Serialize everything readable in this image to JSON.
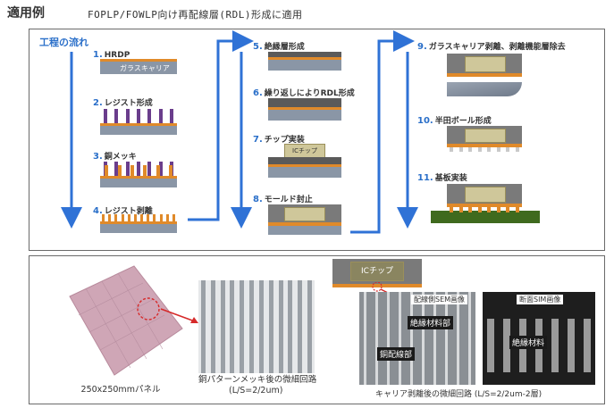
{
  "header": {
    "title": "適用例",
    "subtitle": "FOPLP/FOWLP向け再配線層(RDL)形成に適用"
  },
  "flow": {
    "title": "工程の流れ",
    "steps": [
      {
        "num": "1.",
        "label": "HRDP"
      },
      {
        "num": "2.",
        "label": "レジスト形成"
      },
      {
        "num": "3.",
        "label": "銅メッキ"
      },
      {
        "num": "4.",
        "label": "レジスト剥離"
      },
      {
        "num": "5.",
        "label": "絶縁層形成"
      },
      {
        "num": "6.",
        "label": "繰り返しによりRDL形成"
      },
      {
        "num": "7.",
        "label": "チップ実装"
      },
      {
        "num": "8.",
        "label": "モールド封止"
      },
      {
        "num": "9.",
        "label": "ガラスキャリア剥離、剥離機能層除去"
      },
      {
        "num": "10.",
        "label": "半田ボール形成"
      },
      {
        "num": "11.",
        "label": "基板実装"
      }
    ],
    "glass_carrier_label": "ガラスキャリア",
    "ic_chip_label": "ICチップ"
  },
  "bottom": {
    "panel_caption": "250x250mmパネル",
    "copper_caption_line1": "銅パターンメッキ後の微細回路",
    "copper_caption_line2": "(L/S=2/2um)",
    "ic_chip_label": "ICチップ",
    "sem_title": "配線側SEM画像",
    "sim_title": "断面SIM画像",
    "insulating_label": "絶縁材料部",
    "copper_wiring_label": "銅配線部",
    "insulating_label_2": "絶縁材料",
    "carrier_caption": "キャリア剥離後の微細回路 (L/S=2/2um-2層)"
  },
  "colors": {
    "arrow": "#2f72d6",
    "copper": "#e08a2a",
    "resist": "#6a3d8c",
    "glass": "#8a96a6",
    "mold": "#7a7a7a",
    "chip": "#cfc79a",
    "pcb": "#3f6a1e"
  }
}
